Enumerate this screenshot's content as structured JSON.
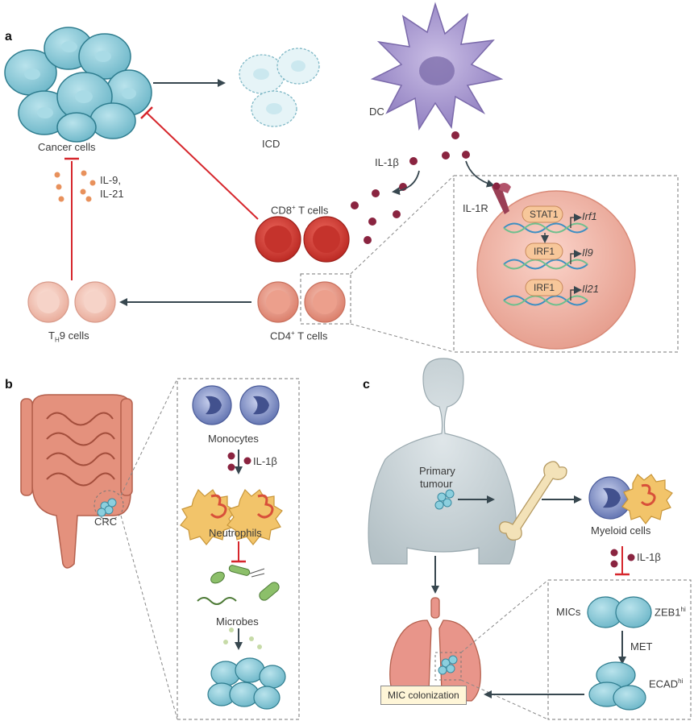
{
  "panels": {
    "a": "a",
    "b": "b",
    "c": "c"
  },
  "panel_a": {
    "cancer_cells": "Cancer cells",
    "icd": "ICD",
    "dc": "DC",
    "il1b": "IL-1β",
    "il9": "IL-9,",
    "il21": "IL-21",
    "cd8_main": "CD8",
    "cd8_sup": "+",
    "cd8_tail": " T cells",
    "cd4_main": "CD4",
    "cd4_sup": "+",
    "cd4_tail": " T cells",
    "th9_main": "T",
    "th9_sub": "H",
    "th9_tail": "9 cells",
    "il1r": "IL-1R",
    "stat1": "STAT1",
    "irf1_gene": "Irf1",
    "irf1_a": "IRF1",
    "il9_gene": "Il9",
    "irf1_b": "IRF1",
    "il21_gene": "Il21"
  },
  "panel_b": {
    "crc": "CRC",
    "monocytes": "Monocytes",
    "il1b": "IL-1β",
    "neutrophils": "Neutrophils",
    "microbes": "Microbes"
  },
  "panel_c": {
    "primary_tumour_1": "Primary",
    "primary_tumour_2": "tumour",
    "myeloid": "Myeloid cells",
    "il1b": "IL-1β",
    "mics": "MICs",
    "zeb1": "ZEB1",
    "zeb1_sup": "hi",
    "met": "MET",
    "ecad": "ECAD",
    "ecad_sup": "hi",
    "mic_colonization": "MIC colonization"
  },
  "colors": {
    "cancer": "#7fc4d4",
    "cancer_edge": "#2f7d8f",
    "dc": "#9b8bc4",
    "cd8": "#d9403a",
    "cd4": "#e89a86",
    "th9": "#f2c3b4",
    "inhibit": "#d6262c",
    "arrow": "#37474f",
    "monocyte": "#6e7fb8",
    "neutrophil": "#f2c46a",
    "microbe": "#8cbf6a",
    "il1b_dot": "#8a2440",
    "il9_dot": "#e8915c",
    "body": "#cfd8dc",
    "lung": "#e8958a",
    "bone": "#f3e2b8",
    "gut": "#e4917d"
  }
}
